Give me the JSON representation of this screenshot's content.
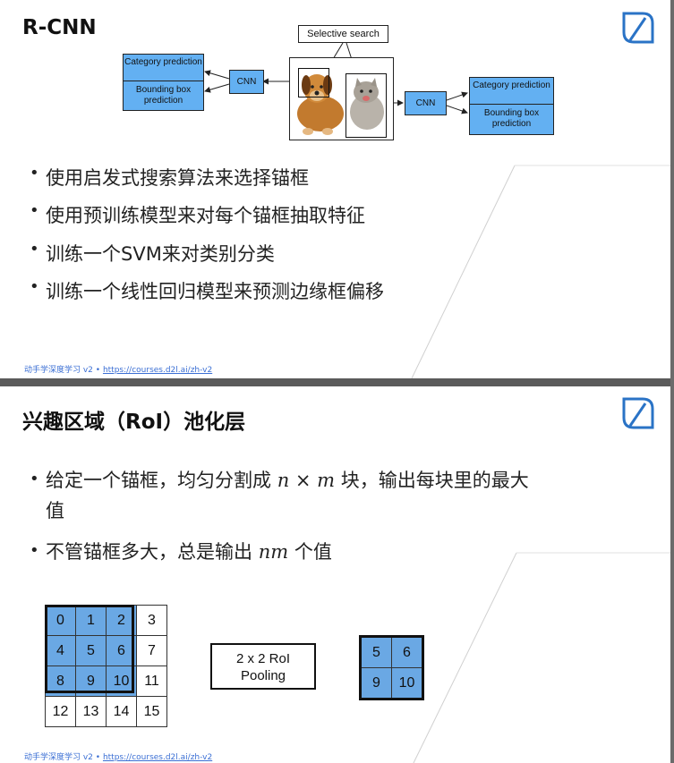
{
  "slide1": {
    "title": "R-CNN",
    "diagram": {
      "selective_search": "Selective search",
      "cnn_left": "CNN",
      "cnn_right": "CNN",
      "left_category": "Category prediction",
      "left_bbox": "Bounding box prediction",
      "right_category": "Category prediction",
      "right_bbox": "Bounding box prediction"
    },
    "bullets": [
      "使用启发式搜索算法来选择锚框",
      "使用预训练模型来对每个锚框抽取特征",
      "训练一个SVM来对类别分类",
      "训练一个线性回归模型来预测边缘框偏移"
    ],
    "footer_text": "动手学深度学习 v2 • ",
    "footer_url": "https://courses.d2l.ai/zh-v2"
  },
  "slide2": {
    "title": "兴趣区域（RoI）池化层",
    "bullet1_pre": "给定一个锚框，均匀分割成 ",
    "bullet1_n": "n",
    "bullet1_times": " × ",
    "bullet1_m": "m",
    "bullet1_post": " 块，输出每块里的最大",
    "bullet1_line2": "值",
    "bullet2_pre": "不管锚框多大，总是输出 ",
    "bullet2_nm": "nm",
    "bullet2_post": " 个值",
    "grid": [
      [
        "0",
        "1",
        "2",
        "3"
      ],
      [
        "4",
        "5",
        "6",
        "7"
      ],
      [
        "8",
        "9",
        "10",
        "11"
      ],
      [
        "12",
        "13",
        "14",
        "15"
      ]
    ],
    "pooling_label": "2 x 2 RoI Pooling",
    "output": [
      [
        "5",
        "6"
      ],
      [
        "9",
        "10"
      ]
    ],
    "footer_text": "动手学深度学习 v2 • ",
    "footer_url": "https://courses.d2l.ai/zh-v2"
  },
  "colors": {
    "accent": "#63b0f2",
    "logo": "#2a73c6",
    "link": "#3b6fd4",
    "separator": "#5b5b5b"
  }
}
